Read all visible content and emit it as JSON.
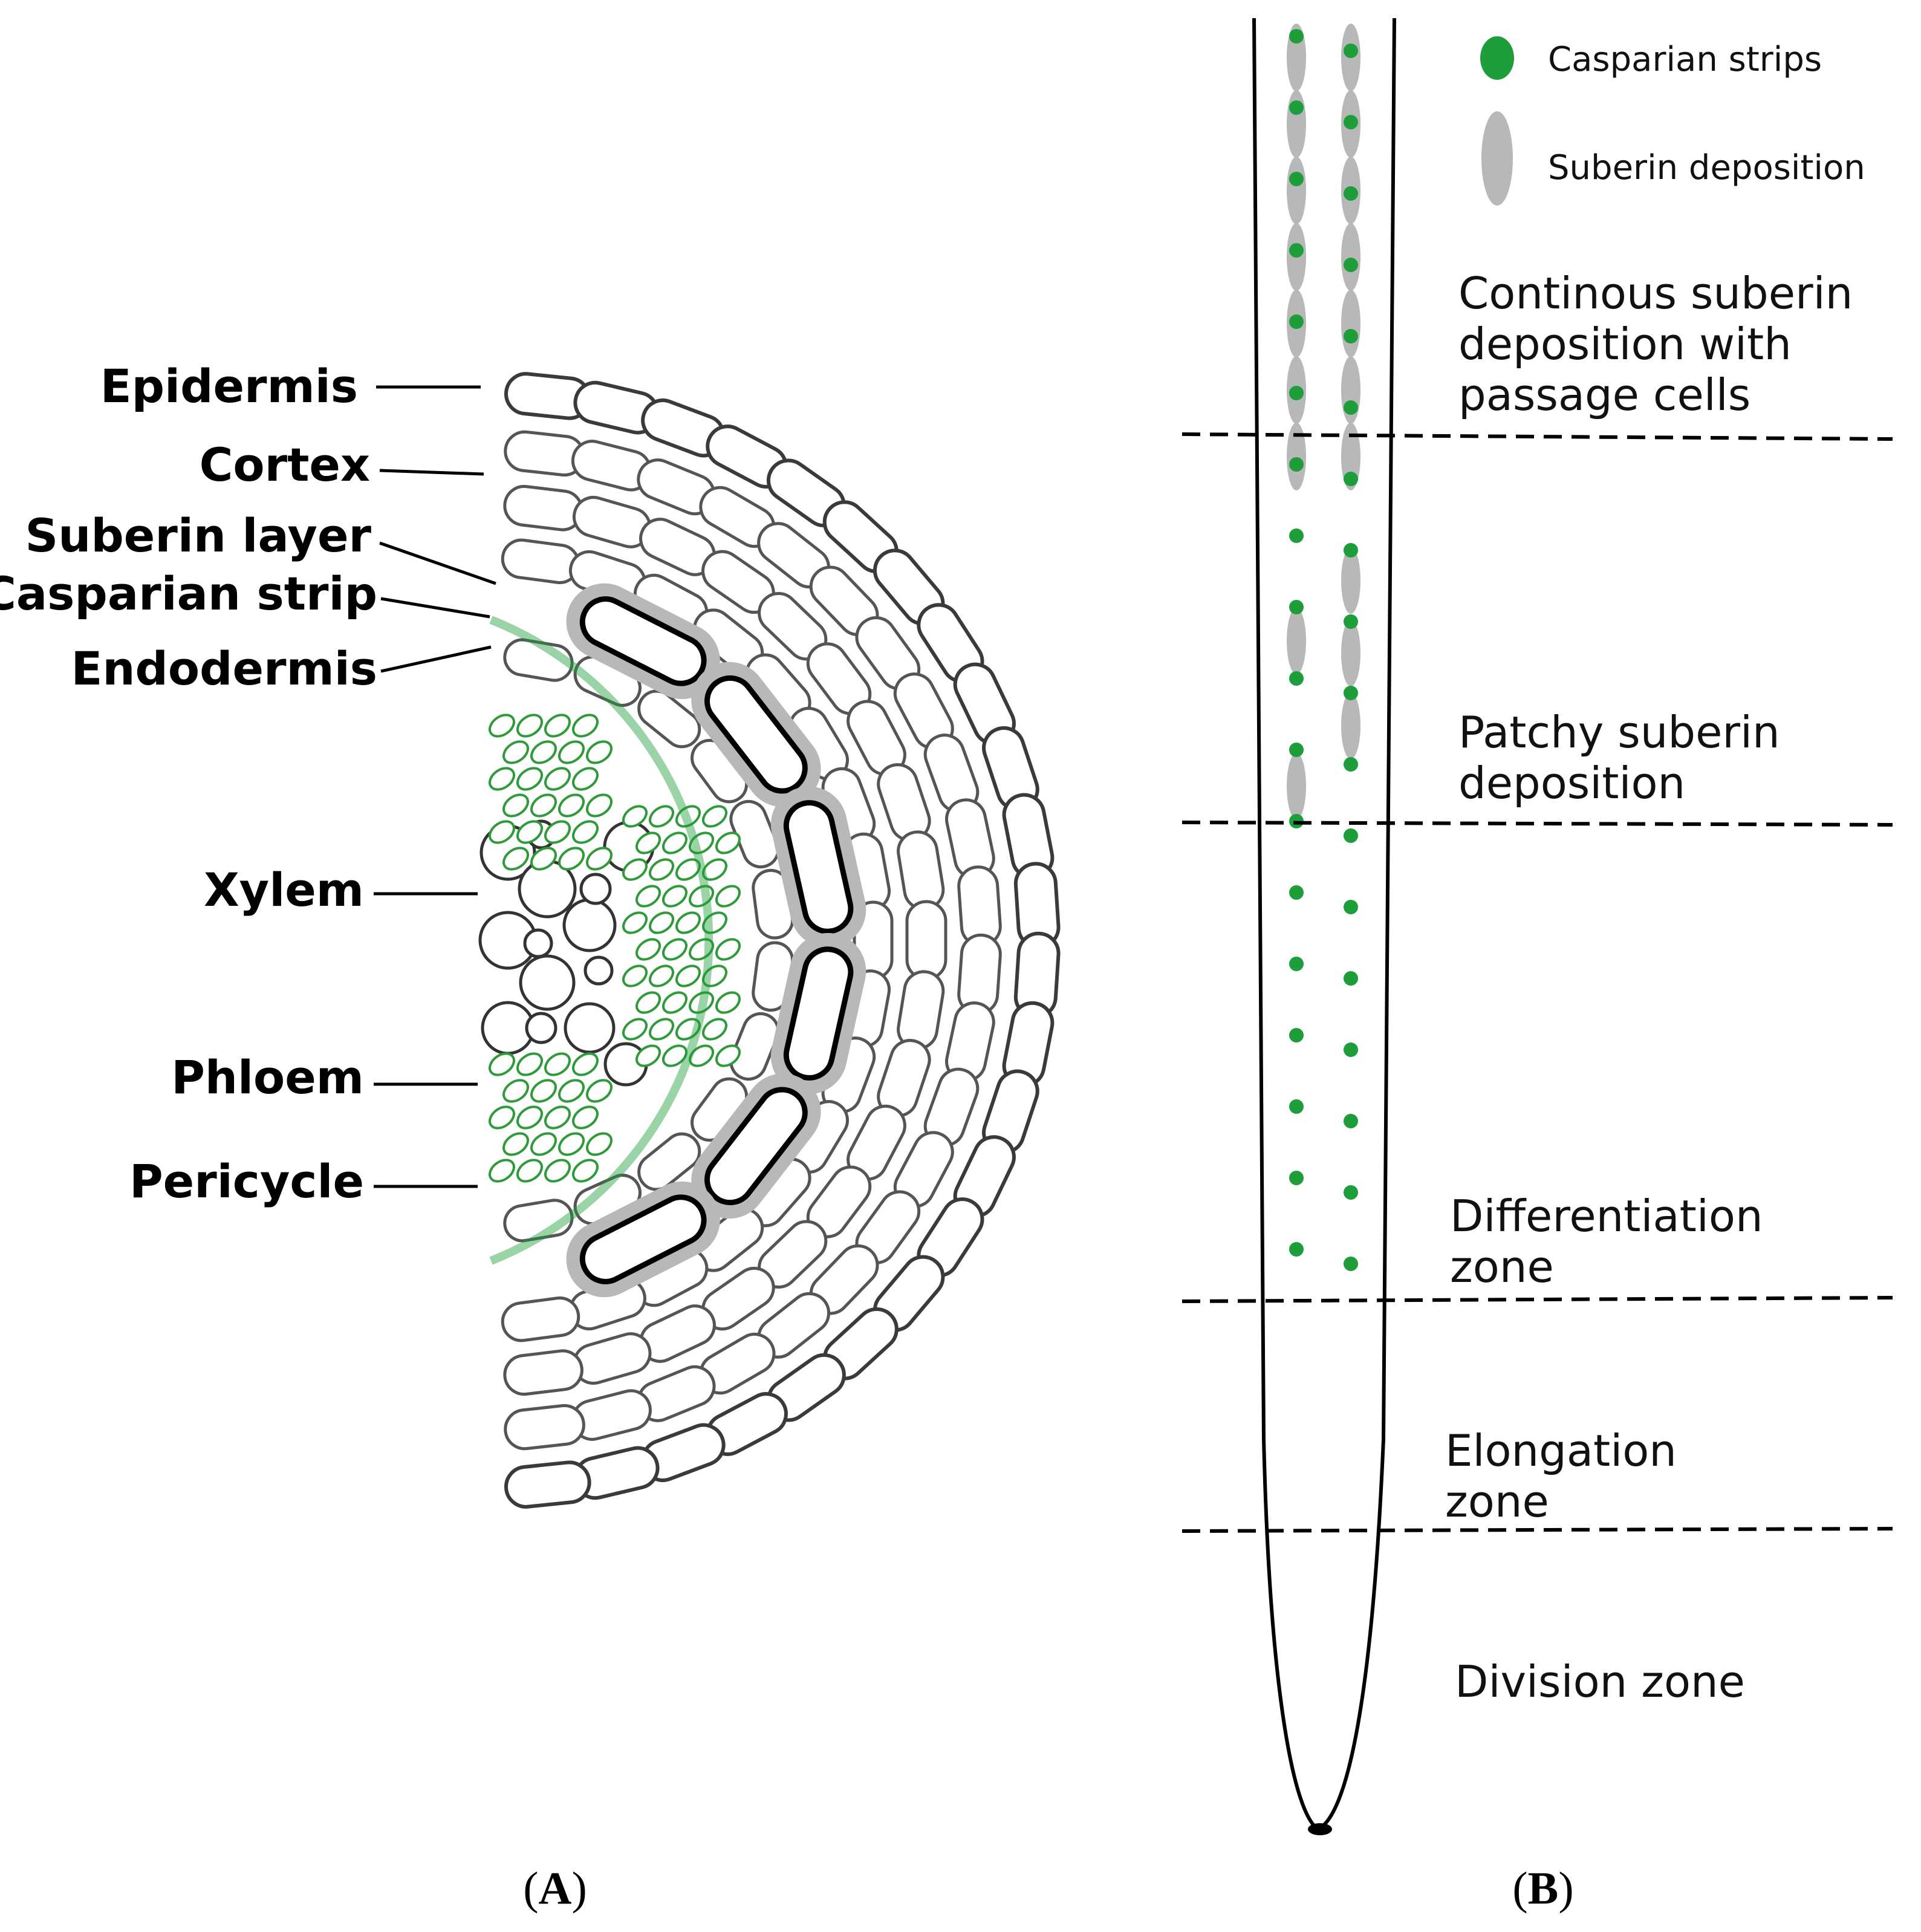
{
  "panel_a": {
    "panel_label": "A",
    "labels": {
      "epidermis": "Epidermis",
      "cortex": "Cortex",
      "suberin_layer": "Suberin layer",
      "casparian_strip": "Casparian strip",
      "endodermis": "Endodermis",
      "xylem": "Xylem",
      "phloem": "Phloem",
      "pericycle": "Pericycle"
    }
  },
  "panel_b": {
    "panel_label": "B",
    "legend": {
      "casparian": "Casparian strips",
      "suberin": "Suberin deposition"
    },
    "zones": {
      "continuous": [
        "Continous suberin",
        "deposition with",
        "passage cells"
      ],
      "patchy": [
        "Patchy suberin",
        "deposition"
      ],
      "differentiation": [
        "Differentiation",
        "zone"
      ],
      "elongation": [
        "Elongation",
        "zone"
      ],
      "division": [
        "Division zone"
      ]
    }
  },
  "colors": {
    "casparian_green": "#1e9e3a",
    "phloem_green": "#2e9a3a",
    "suberin_gray": "#b8b8b8",
    "cell_outline": "#3a3a3a",
    "endodermis_outline": "#000000"
  }
}
